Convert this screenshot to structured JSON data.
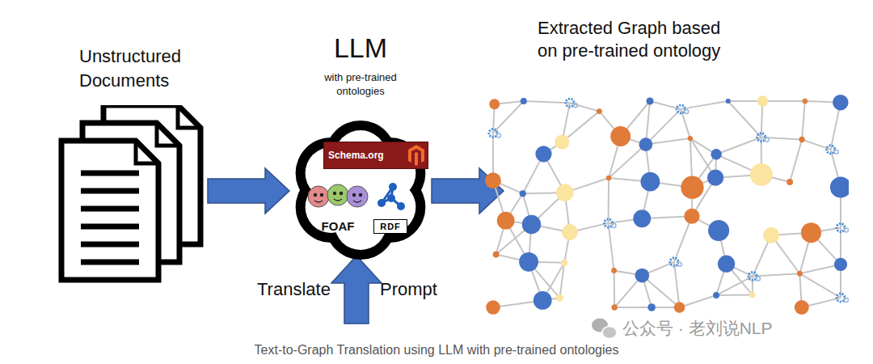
{
  "diagram": {
    "caption": "Text-to-Graph Translation using LLM with pre-trained ontologies",
    "nodes": [
      {
        "text": [
          "Unstructured Documents"
        ]
      },
      {
        "text": [
          "LLM",
          "with pre-trained ontologies"
        ]
      },
      {
        "text": [
          "Schema.org"
        ],
        "in": 1
      },
      {
        "text": [
          "FOAF"
        ],
        "in": 1
      },
      {
        "text": [
          "RDF"
        ],
        "in": 1
      },
      {
        "text": [
          "Extracted Graph based on pre-trained ontology"
        ]
      }
    ],
    "edges": [
      {
        "from": 0,
        "to": 1,
        "arrow": "to"
      },
      {
        "from": 1,
        "to": 5,
        "arrow": "to"
      }
    ],
    "labels": [
      "Translate",
      "Prompt",
      "公众号 · 老刘说NLP"
    ]
  }
}
